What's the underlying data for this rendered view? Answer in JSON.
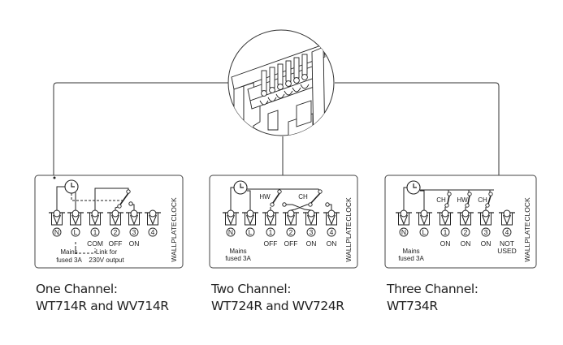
{
  "figure": {
    "zoom_inset": {
      "icon": "terminal-block-closeup-icon",
      "description": "Wallplate terminal block close-up"
    },
    "panels": [
      {
        "id": "one-channel",
        "caption_title": "One Channel:",
        "caption_models": "WT714R and WV714R",
        "side_label_clock": "CLOCK",
        "side_label_wallplate": "WALLPLATE",
        "terminals": [
          "N",
          "L",
          "1",
          "2",
          "3",
          "4"
        ],
        "terminal_functions": [
          "",
          "",
          "COM",
          "OFF",
          "ON",
          ""
        ],
        "mains_label_1": "Mains",
        "mains_label_2": "fused 3A",
        "link_label_1": "Link for",
        "link_label_2": "230V output",
        "switch_labels": []
      },
      {
        "id": "two-channel",
        "caption_title": "Two Channel:",
        "caption_models": "WT724R and WV724R",
        "side_label_clock": "CLOCK",
        "side_label_wallplate": "WALLPLATE",
        "terminals": [
          "N",
          "L",
          "1",
          "2",
          "3",
          "4"
        ],
        "terminal_functions": [
          "",
          "",
          "OFF",
          "OFF",
          "ON",
          "ON"
        ],
        "mains_label_1": "Mains",
        "mains_label_2": "fused 3A",
        "switch_labels": [
          "HW",
          "CH"
        ]
      },
      {
        "id": "three-channel",
        "caption_title": "Three Channel:",
        "caption_models": "WT734R",
        "side_label_clock": "CLOCK",
        "side_label_wallplate": "WALLPLATE",
        "terminals": [
          "N",
          "L",
          "1",
          "2",
          "3",
          "4"
        ],
        "terminal_functions": [
          "",
          "",
          "ON",
          "ON",
          "ON",
          "NOT"
        ],
        "terminal_functions_line2": [
          "",
          "",
          "",
          "",
          "",
          "USED"
        ],
        "mains_label_1": "Mains",
        "mains_label_2": "fused 3A",
        "switch_labels": [
          "CH",
          "HW",
          "CH"
        ]
      }
    ]
  }
}
